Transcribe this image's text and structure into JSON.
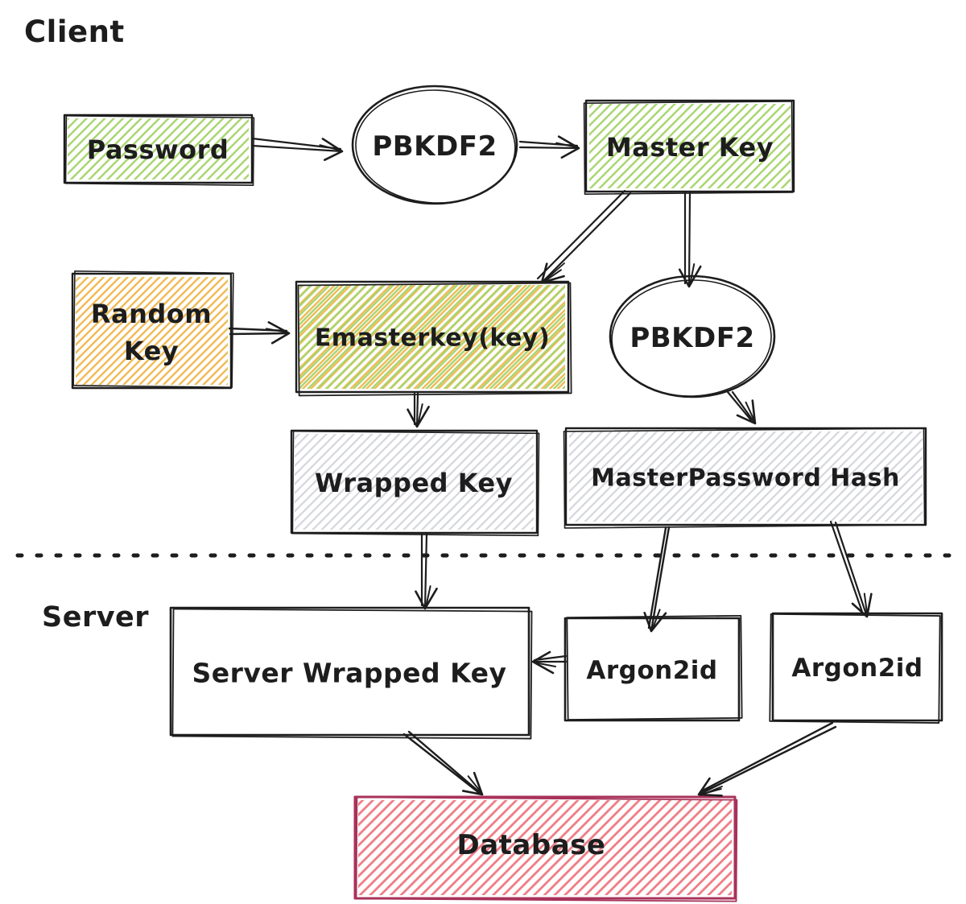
{
  "zones": {
    "client_label": "Client",
    "server_label": "Server"
  },
  "nodes": {
    "password": "Password",
    "pbkdf2_client": "PBKDF2",
    "master_key": "Master Key",
    "random_key_line1": "Random",
    "random_key_line2": "Key",
    "emasterkey": "Emasterkey(key)",
    "pbkdf2_hash": "PBKDF2",
    "wrapped_key": "Wrapped Key",
    "master_password_hash": "MasterPassword Hash",
    "server_wrapped_key": "Server Wrapped Key",
    "argon2id_left": "Argon2id",
    "argon2id_right": "Argon2id",
    "database": "Database"
  },
  "colors": {
    "ink": "#1d1d1d",
    "green_hatch": "#a6d46c",
    "orange_hatch": "#f0b953",
    "gray_hatch": "#d4d6dc",
    "red_hatch": "#ee7c85",
    "red_border": "#a8325a",
    "background": "#ffffff"
  }
}
